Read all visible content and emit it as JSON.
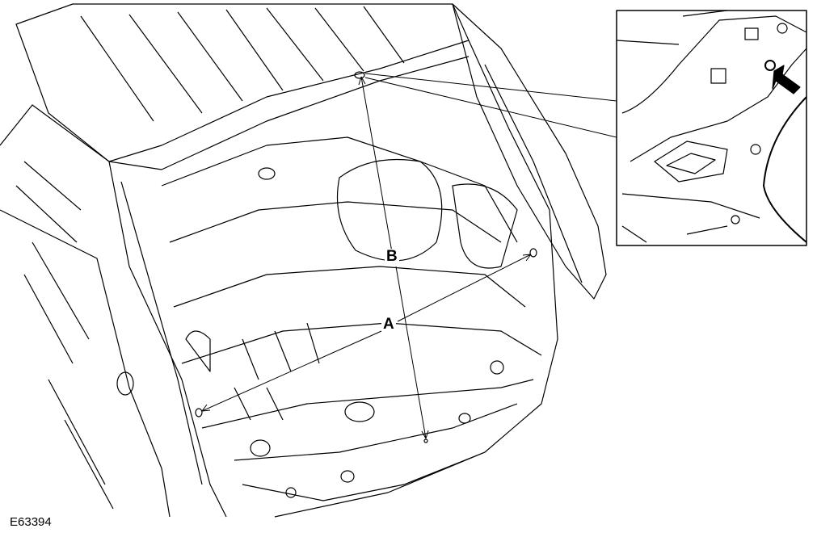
{
  "callouts": {
    "a": "A",
    "b": "B"
  },
  "figure_ref": "E63394",
  "colors": {
    "line": "#000000",
    "background": "#ffffff"
  }
}
